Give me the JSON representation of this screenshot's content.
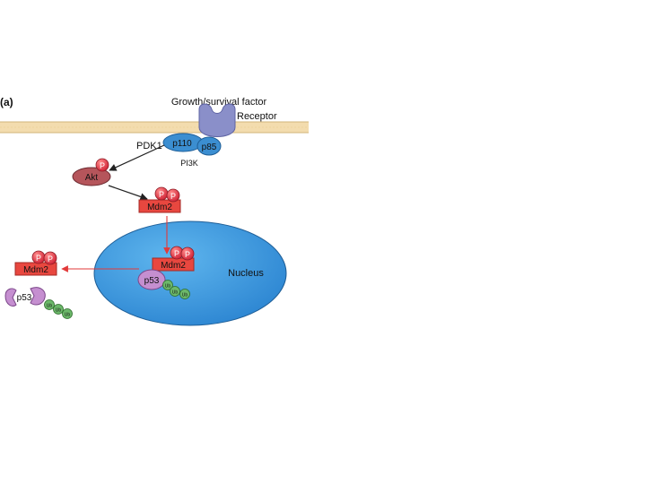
{
  "panel_label": "(a)",
  "labels": {
    "factor": "Growth/survival factor",
    "receptor": "Receptor",
    "pdk1": "PDK1",
    "p110": "p110",
    "p85": "p85",
    "pi3k": "PI3K",
    "akt": "Akt",
    "mdm2": "Mdm2",
    "p": "P",
    "nucleus": "Nucleus",
    "p53": "p53",
    "ub": "Ub"
  },
  "colors": {
    "membrane": "#f3dcae",
    "membrane_line": "#d2b47a",
    "receptor": "#8a8fc9",
    "pi3k": "#3b8ed1",
    "akt": "#b5555b",
    "mdm2": "#e8473f",
    "phospho": "#d8353f",
    "nucleus": "#3a9be0",
    "p53": "#c58fd0",
    "ubiquitin": "#6cb86a",
    "arrow_black": "#222222",
    "arrow_red": "#e23a3a"
  }
}
